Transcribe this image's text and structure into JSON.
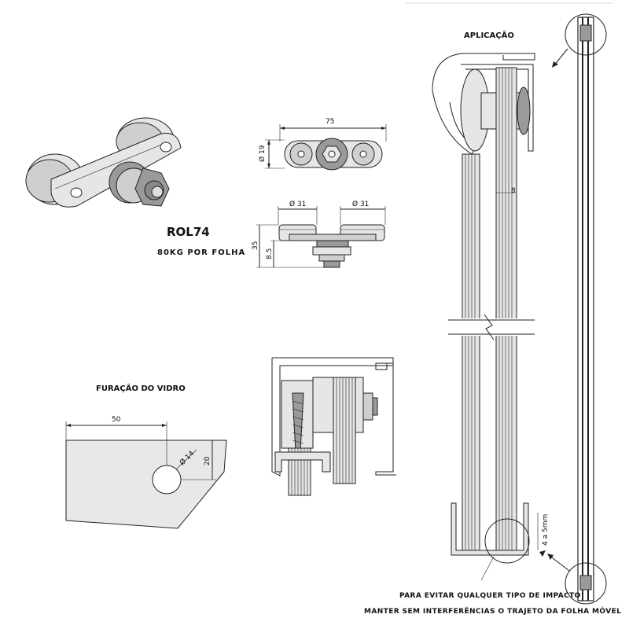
{
  "product": {
    "code": "ROL74",
    "capacity": "80KG POR FOLHA"
  },
  "top_view": {
    "width": "75",
    "height": "Ø 19"
  },
  "side_view": {
    "wheel_left": "Ø 31",
    "wheel_right": "Ø 31",
    "total_height": "35",
    "offset": "8.5"
  },
  "glass_drilling": {
    "title": "FURAÇÃO DO VIDRO",
    "distance": "50",
    "height": "20",
    "hole": "Ø 14"
  },
  "application": {
    "title": "APLICAÇÃO",
    "gap": "8",
    "clearance": "4 a 5mm",
    "note_line1": "PARA EVITAR QUALQUER TIPO DE IMPACTO",
    "note_line2": "MANTER SEM INTERFERÊNCIAS O TRAJETO DA FOLHA MÓVEL"
  }
}
